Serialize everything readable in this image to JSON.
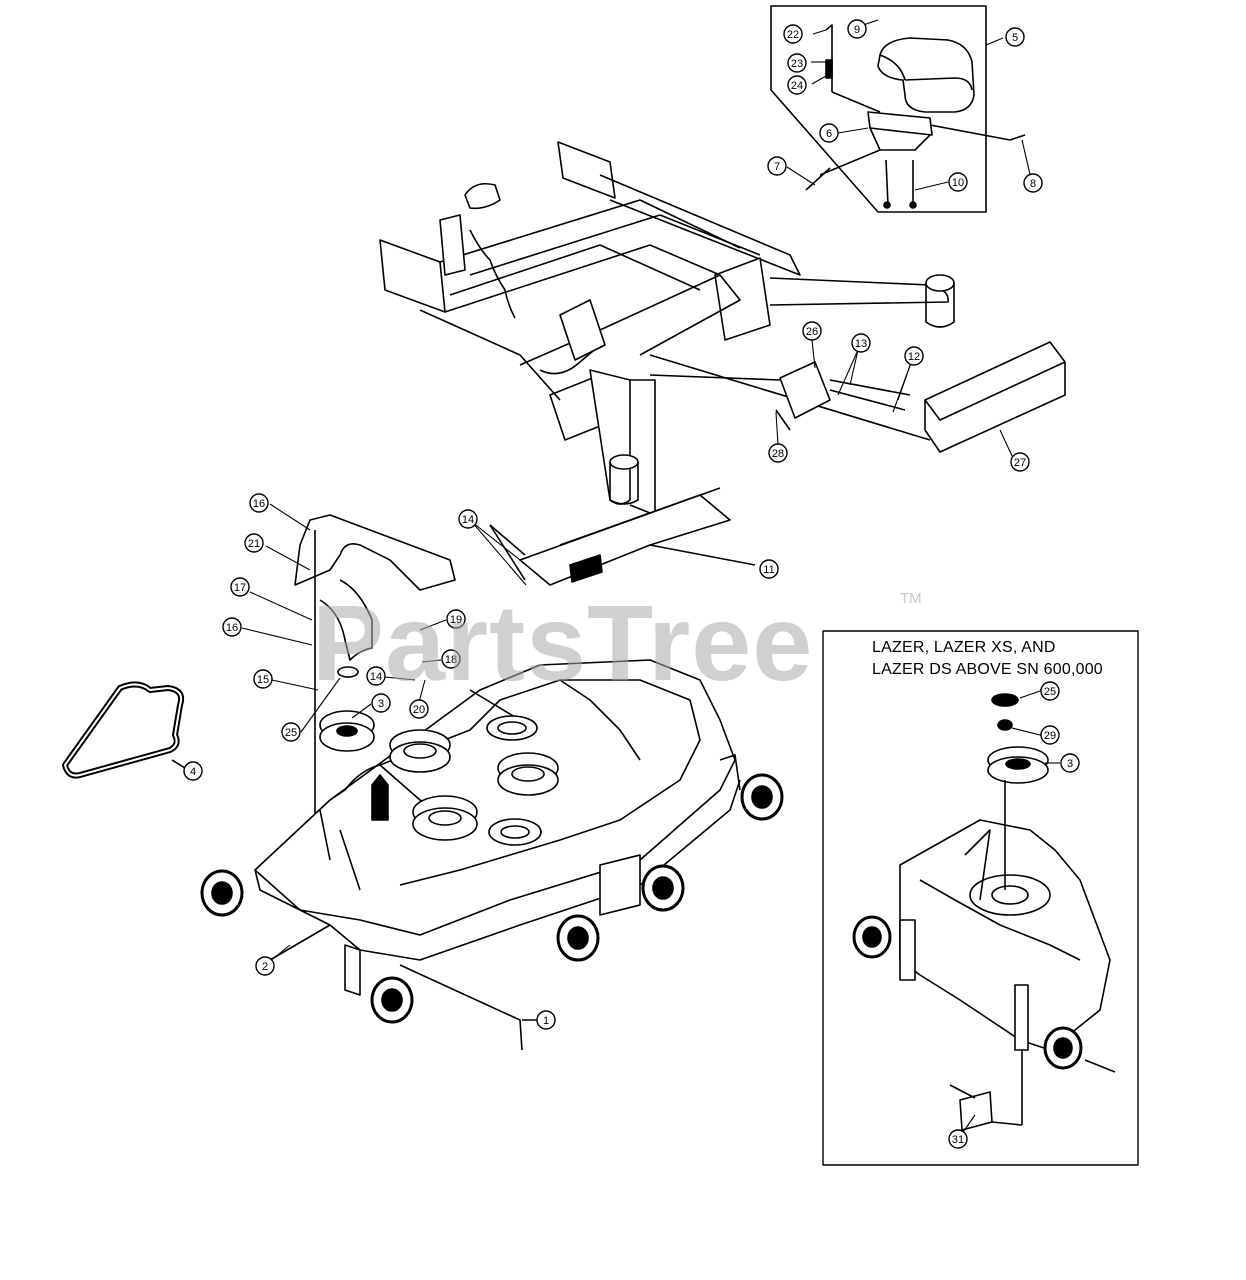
{
  "inset_caption": {
    "line1": "LAZER, LAZER XS, AND",
    "line2": "LAZER DS ABOVE SN 600,000"
  },
  "watermark": {
    "text": "PartsTree",
    "tm": "TM"
  },
  "callouts": {
    "c22": "22",
    "c9": "9",
    "c5": "5",
    "c23": "23",
    "c24": "24",
    "c6": "6",
    "c7": "7",
    "c10": "10",
    "c8": "8",
    "c26": "26",
    "c13": "13",
    "c12": "12",
    "c28": "28",
    "c27": "27",
    "c16a": "16",
    "c21": "21",
    "c17": "17",
    "c16b": "16",
    "c15": "15",
    "c19": "19",
    "c18": "18",
    "c14a": "14",
    "c20": "20",
    "c25a": "25",
    "c3a": "3",
    "c4": "4",
    "c14b": "14",
    "c11": "11",
    "c2": "2",
    "c1": "1",
    "c25b": "25",
    "c29": "29",
    "c3b": "3",
    "c31": "31"
  },
  "colors": {
    "line": "#000000",
    "callout_fill": "#ffffff",
    "watermark": "#aaaaaa"
  }
}
